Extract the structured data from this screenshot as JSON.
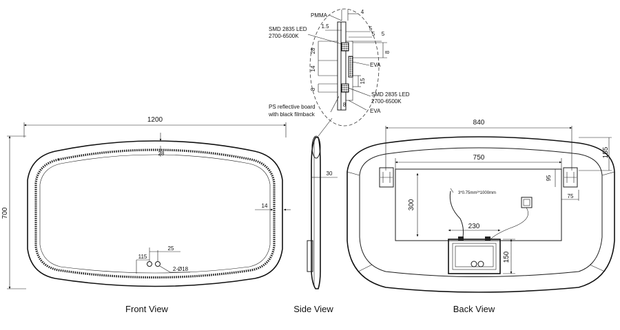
{
  "captions": {
    "front": "Front View",
    "side": "Side View",
    "back": "Back View"
  },
  "front_view": {
    "width": "1200",
    "height": "700",
    "inset_top": "28",
    "inset_side": "14",
    "hole_spacing": "25",
    "hole_offset": "115",
    "holes": "2-Ø18"
  },
  "side_view": {
    "thickness": "30"
  },
  "detail": {
    "top_dim": "4",
    "material_top": "PMMA",
    "dim_1_5": "1.5",
    "dim_5a": "5",
    "dim_5b": "5",
    "dim_5c": "5",
    "dim_8_right": "8",
    "dim_28": "28",
    "dim_14": "14",
    "dim_8_left": "8",
    "dim_15": "15",
    "dim_8_bottom": "8",
    "led_top": "SMD 2835 LED",
    "led_top_temp": "2700-6500K",
    "eva_top": "EVA",
    "led_bottom": "SMD 2835 LED",
    "led_bottom_temp": "2700-6500K",
    "eva_bottom": "EVA",
    "board_line1": "PS reflective board",
    "board_line2": "with black filmback"
  },
  "back_view": {
    "width": "840",
    "inner_width": "750",
    "height_155": "155",
    "height_95": "95",
    "width_75": "75",
    "height_300": "300",
    "box_width": "230",
    "box_height": "150",
    "cable": "3*0.75mm²*1000mm"
  }
}
